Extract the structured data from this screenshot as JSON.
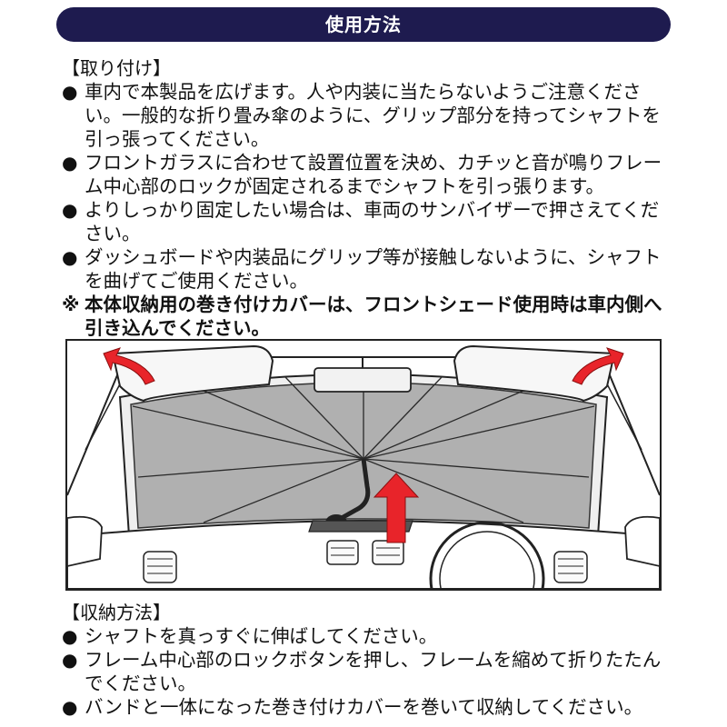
{
  "header": {
    "title": "使用方法"
  },
  "install": {
    "title": "【取り付け】",
    "items": [
      "車内で本製品を広げます。人や内装に当たらないようご注意ください。一般的な折り畳み傘のように、グリップ部分を持ってシャフトを引っ張ってください。",
      "フロントガラスに合わせて設置位置を決め、カチッと音が鳴りフレーム中心部のロックが固定されるまでシャフトを引っ張ります。",
      "よりしっかり固定したい場合は、車両のサンバイザーで押さえてください。",
      "ダッシュボードや内装品にグリップ等が接触しないように、シャフトを曲げてご使用ください。"
    ],
    "note": "本体収納用の巻き付けカバーは、フロントシェード使用時は車内側へ引き込んでください。"
  },
  "storage": {
    "title": "【収納方法】",
    "items": [
      "シャフトを真っすぐに伸ばしてください。",
      "フレーム中心部のロックボタンを押し、フレームを縮めて折りたたんでください。",
      "バンドと一体になった巻き付けカバーを巻いて収納してください。"
    ]
  },
  "symbols": {
    "bullet": "●",
    "note_mark": "※"
  },
  "colors": {
    "header_bg": "#1e1b4f",
    "arrow": "#e8242a",
    "shade": "#b0b0b0"
  },
  "icons": [
    "curved-arrow-icon",
    "up-arrow-icon"
  ]
}
